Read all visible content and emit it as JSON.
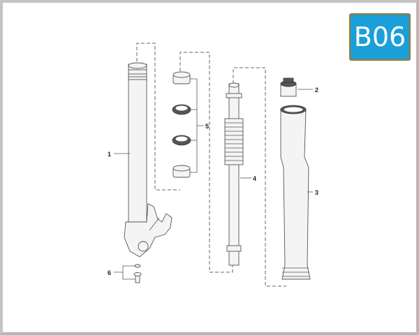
{
  "badge": {
    "label": "B06",
    "background": "#1a9fd8",
    "border": "#a07a2a"
  },
  "callouts": [
    {
      "number": "1",
      "part": "outer-tube"
    },
    {
      "number": "2",
      "part": "top-cap"
    },
    {
      "number": "3",
      "part": "fork-tube"
    },
    {
      "number": "4",
      "part": "damper-cartridge"
    },
    {
      "number": "5",
      "part": "bushings-and-seals"
    },
    {
      "number": "6",
      "part": "bolt-and-washer"
    }
  ]
}
